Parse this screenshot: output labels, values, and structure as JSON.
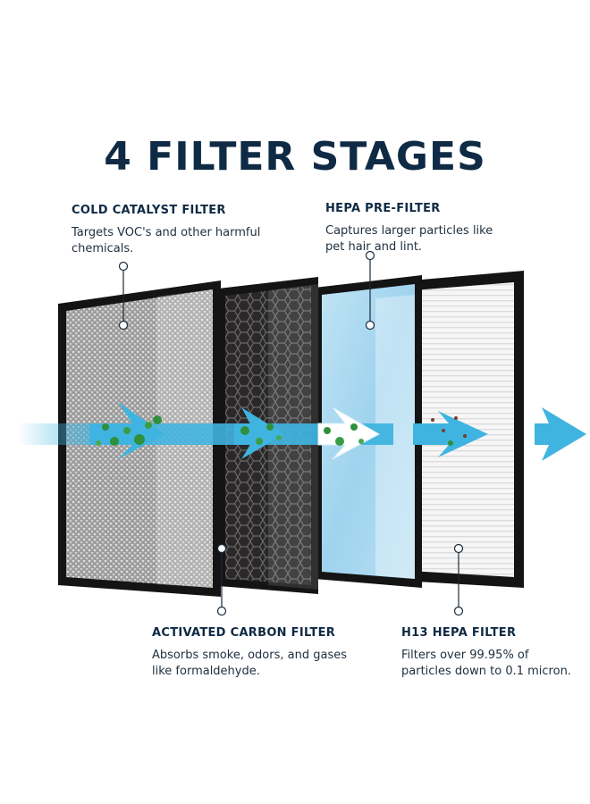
{
  "title": "4 FILTER STAGES",
  "colors": {
    "heading": "#0f2a44",
    "frame": "#141414",
    "airflow": "#3fb4e0",
    "particles": "#2f8f3c",
    "pre_filter": "#a9d8ef",
    "carbon": "#2c2b2b",
    "catalyst": "#a7a7a7",
    "hepa": "#f4f4f4"
  },
  "callouts": [
    {
      "name": "cold-catalyst-filter",
      "heading": "COLD CATALYST FILTER",
      "description": "Targets VOC's and other harmful chemicals."
    },
    {
      "name": "hepa-pre-filter",
      "heading": "HEPA PRE-FILTER",
      "description": "Captures larger particles like pet hair and lint."
    },
    {
      "name": "activated-carbon-filter",
      "heading": "ACTIVATED CARBON FILTER",
      "description": "Absorbs smoke, odors, and gases like formaldehyde."
    },
    {
      "name": "h13-hepa-filter",
      "heading": "H13 HEPA FILTER",
      "description": "Filters over 99.95% of particles down to 0.1 micron."
    }
  ],
  "icons": [
    "airflow-arrow-icon",
    "particle-icon",
    "leader-dot-icon"
  ]
}
